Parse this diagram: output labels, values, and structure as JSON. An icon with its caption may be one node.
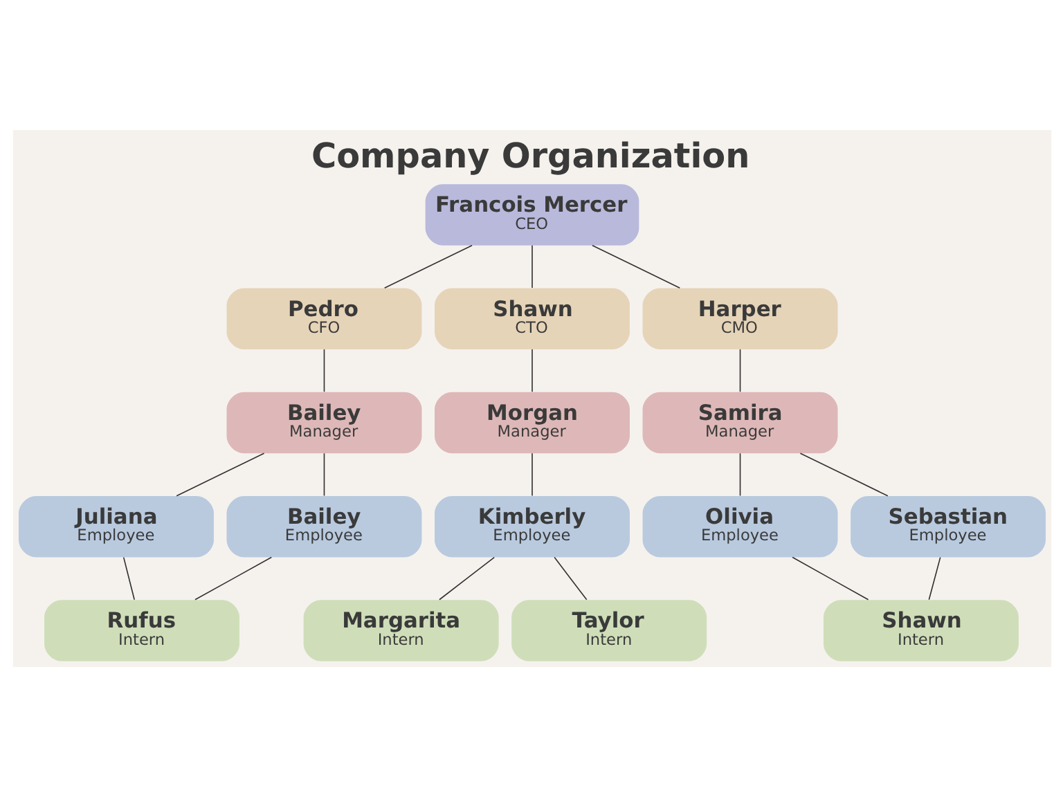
{
  "diagram": {
    "title": "Company Organization",
    "nodes": [
      {
        "text": [
          "Francois Mercer",
          "CEO"
        ]
      },
      {
        "text": [
          "Pedro",
          "CFO"
        ]
      },
      {
        "text": [
          "Shawn",
          "CTO"
        ]
      },
      {
        "text": [
          "Harper",
          "CMO"
        ]
      },
      {
        "text": [
          "Bailey",
          "Manager"
        ]
      },
      {
        "text": [
          "Morgan",
          "Manager"
        ]
      },
      {
        "text": [
          "Samira",
          "Manager"
        ]
      },
      {
        "text": [
          "Juliana",
          "Employee"
        ]
      },
      {
        "text": [
          "Bailey",
          "Employee"
        ]
      },
      {
        "text": [
          "Kimberly",
          "Employee"
        ]
      },
      {
        "text": [
          "Olivia",
          "Employee"
        ]
      },
      {
        "text": [
          "Sebastian",
          "Employee"
        ]
      },
      {
        "text": [
          "Rufus",
          "Intern"
        ]
      },
      {
        "text": [
          "Margarita",
          "Intern"
        ]
      },
      {
        "text": [
          "Taylor",
          "Intern"
        ]
      },
      {
        "text": [
          "Shawn",
          "Intern"
        ]
      }
    ],
    "edges": [
      {
        "from": 0,
        "to": 1,
        "arrow": "none"
      },
      {
        "from": 0,
        "to": 2,
        "arrow": "none"
      },
      {
        "from": 0,
        "to": 3,
        "arrow": "none"
      },
      {
        "from": 1,
        "to": 4,
        "arrow": "none"
      },
      {
        "from": 2,
        "to": 5,
        "arrow": "none"
      },
      {
        "from": 3,
        "to": 6,
        "arrow": "none"
      },
      {
        "from": 4,
        "to": 7,
        "arrow": "none"
      },
      {
        "from": 4,
        "to": 8,
        "arrow": "none"
      },
      {
        "from": 5,
        "to": 9,
        "arrow": "none"
      },
      {
        "from": 6,
        "to": 10,
        "arrow": "none"
      },
      {
        "from": 6,
        "to": 11,
        "arrow": "none"
      },
      {
        "from": 7,
        "to": 12,
        "arrow": "none"
      },
      {
        "from": 8,
        "to": 12,
        "arrow": "none"
      },
      {
        "from": 9,
        "to": 13,
        "arrow": "none"
      },
      {
        "from": 9,
        "to": 14,
        "arrow": "none"
      },
      {
        "from": 10,
        "to": 15,
        "arrow": "none"
      },
      {
        "from": 11,
        "to": 15,
        "arrow": "none"
      }
    ]
  }
}
